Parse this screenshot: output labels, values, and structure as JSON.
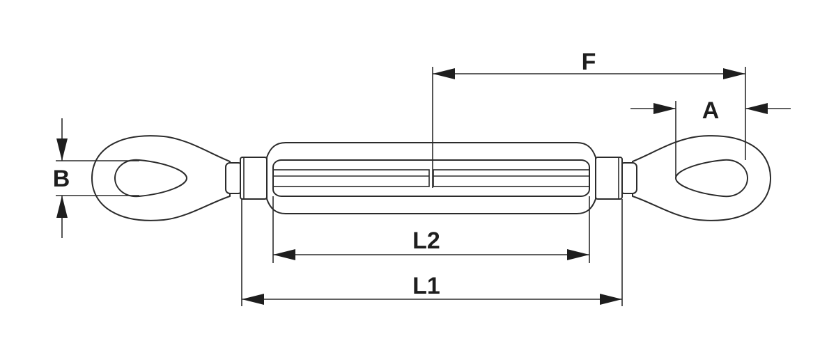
{
  "diagram": {
    "subject": "turnbuckle-eye-eye",
    "colors": {
      "line": "#2b2b2b",
      "arrow": "#1e1e1e",
      "background": "#ffffff"
    },
    "labels": {
      "F": "F",
      "A": "A",
      "B": "B",
      "L2": "L2",
      "L1": "L1"
    }
  }
}
